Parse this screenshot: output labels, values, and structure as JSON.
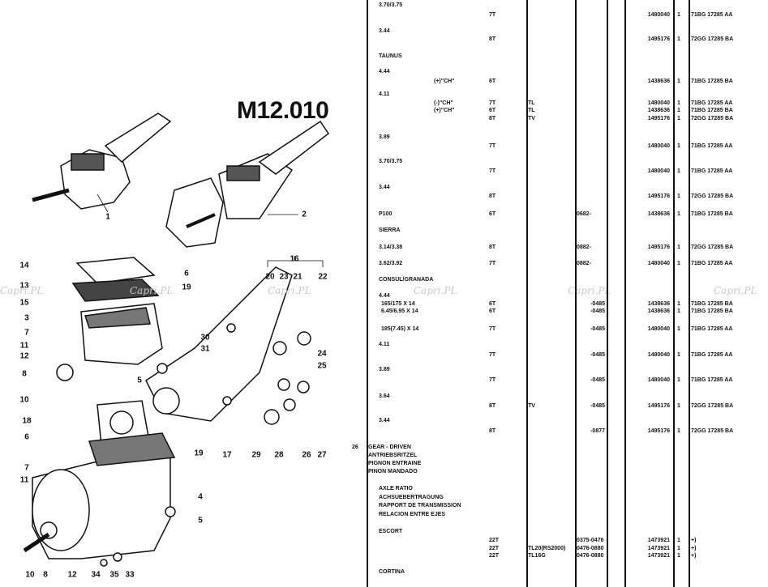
{
  "page_code": "M12.010",
  "watermark": "Capri.PL",
  "callouts": [
    "1",
    "2",
    "14",
    "13",
    "15",
    "3",
    "7",
    "11",
    "12",
    "8",
    "10",
    "6",
    "19",
    "5",
    "16",
    "20",
    "23",
    "21",
    "22",
    "30",
    "31",
    "24",
    "25",
    "18",
    "6",
    "19",
    "17",
    "29",
    "28",
    "26",
    "27",
    "7",
    "11",
    "4",
    "5",
    "10",
    "8",
    "12",
    "34",
    "35",
    "33"
  ],
  "item": {
    "number": "26",
    "names": [
      "GEAR - DRIVEN",
      "ANTRIEBSRITZEL",
      "PIGNON ENTRAINE",
      "PINON MANDADO"
    ]
  },
  "axle_ratio_labels": [
    "AXLE RATIO",
    "ACHSUEBERTRAGUNG",
    "RAPPORT DE TRANSMISSION",
    "RELACION ENTRE EJES"
  ],
  "rows": [
    {
      "model": "3.70/3.75"
    },
    {
      "teeth": "7T",
      "part": "1480040",
      "qty": "1",
      "ref": "71BG 17285 AA"
    },
    {
      "model": "3.44"
    },
    {
      "teeth": "8T",
      "part": "1495176",
      "qty": "1",
      "ref": "72GG 17285 BA"
    },
    {
      "model": "TAUNUS"
    },
    {
      "model": "4.44"
    },
    {
      "variant": "(+)\"CH\"",
      "teeth": "6T",
      "part": "1438636",
      "qty": "1",
      "ref": "71BG 17285 BA"
    },
    {
      "model": "4.11"
    },
    {
      "variant": "(-)\"CH\"",
      "teeth": "7T",
      "code": "TL",
      "part": "1480040",
      "qty": "1",
      "ref": "71BG 17285 AA"
    },
    {
      "variant": "(+)\"CH\"",
      "teeth": "6T",
      "code": "TL",
      "part": "1438636",
      "qty": "1",
      "ref": "71BG 17285 BA"
    },
    {
      "teeth": "8T",
      "code": "TV",
      "part": "1495176",
      "qty": "1",
      "ref": "72GG 17285 BA"
    },
    {
      "model": "3.89"
    },
    {
      "teeth": "7T",
      "part": "1480040",
      "qty": "1",
      "ref": "71BG 17285 AA"
    },
    {
      "model": "3.70/3.75"
    },
    {
      "teeth": "7T",
      "part": "1480040",
      "qty": "1",
      "ref": "71BG 17285 AA"
    },
    {
      "model": "3.44"
    },
    {
      "teeth": "8T",
      "part": "1495176",
      "qty": "1",
      "ref": "72GG 17285 BA"
    },
    {
      "model": "P100",
      "teeth": "6T",
      "date": "0682-",
      "part": "1438636",
      "qty": "1",
      "ref": "71BG 17285 BA"
    },
    {
      "model": "SIERRA"
    },
    {
      "model": "3.14/3.38",
      "teeth": "8T",
      "date": "0882-",
      "part": "1495176",
      "qty": "1",
      "ref": "72GG 17285 BA"
    },
    {
      "model": "3.62/3.92",
      "teeth": "7T",
      "date": "0882-",
      "part": "1480040",
      "qty": "1",
      "ref": "71BG 17285 AA"
    },
    {
      "model": "CONSUL/GRANADA"
    },
    {
      "model": "4.44"
    },
    {
      "variant": "165/175 X 14",
      "teeth": "6T",
      "date": "-0485",
      "part": "1438636",
      "qty": "1",
      "ref": "71BG 17285 BA"
    },
    {
      "variant": "6.45/6.95 X 14",
      "teeth": "6T",
      "date": "-0485",
      "part": "1438636",
      "qty": "1",
      "ref": "71BG 17285 BA"
    },
    {
      "variant": "185(7.45) X 14",
      "teeth": "7T",
      "date": "-0485",
      "part": "1480040",
      "qty": "1",
      "ref": "71BG 17285 AA"
    },
    {
      "model": "4.11"
    },
    {
      "teeth": "7T",
      "date": "-0485",
      "part": "1480040",
      "qty": "1",
      "ref": "71BG 17285 AA"
    },
    {
      "model": "3.89"
    },
    {
      "teeth": "7T",
      "date": "-0485",
      "part": "1480040",
      "qty": "1",
      "ref": "71BG 17285 AA"
    },
    {
      "model": "3.64"
    },
    {
      "teeth": "8T",
      "code": "TV",
      "date": "-0485",
      "part": "1495176",
      "qty": "1",
      "ref": "72GG 17285 BA"
    },
    {
      "model": "3.44"
    },
    {
      "teeth": "8T",
      "date": "-0877",
      "part": "1495176",
      "qty": "1",
      "ref": "72GG 17285 BA"
    }
  ],
  "escort": {
    "label": "ESCORT",
    "rows": [
      {
        "teeth": "22T",
        "code": "",
        "date": "0375-0476",
        "part": "1473921",
        "qty": "1",
        "ref": "+)"
      },
      {
        "teeth": "22T",
        "code": "TL20(RS2000)",
        "date": "0476-0880",
        "part": "1473921",
        "qty": "1",
        "ref": "+)"
      },
      {
        "teeth": "22T",
        "code": "TL16G",
        "date": "0476-0880",
        "part": "1473921",
        "qty": "1",
        "ref": "+)"
      }
    ]
  },
  "cortina_label": "CORTINA"
}
